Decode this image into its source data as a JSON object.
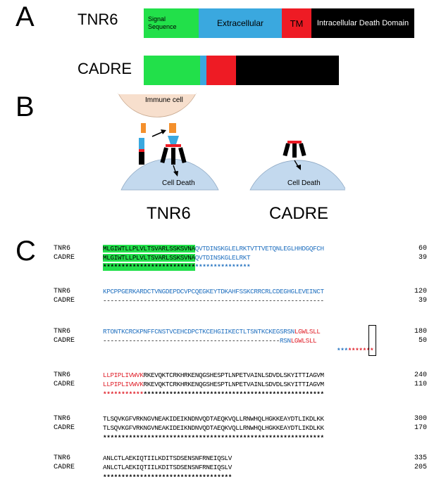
{
  "panels": {
    "A": "A",
    "B": "B",
    "C": "C"
  },
  "colors": {
    "signal": "#22e04a",
    "extracellular": "#3aa8df",
    "tm": "#ee1b24",
    "death_domain": "#000000",
    "cell_fill": "#c3d9ee",
    "immune_fill": "#f7dfcd",
    "ligand": "#f4902c",
    "seq_blue": "#1f6fbf",
    "seq_red": "#e0202a"
  },
  "panel_a": {
    "tnr6_label": "TNR6",
    "cadre_label": "CADRE",
    "tnr6_segments": {
      "signal": "Signal\nSequence",
      "extracellular": "Extracellular",
      "tm": "TM",
      "death": "Intracellular Death Domain"
    }
  },
  "panel_b": {
    "immune_cell": "Immune cell",
    "cell_death_left": "Cell Death",
    "cell_death_right": "Cell Death",
    "caption_left": "TNR6",
    "caption_right": "CADRE"
  },
  "panel_c": {
    "blocks": [
      {
        "tnr6_name": "TNR6",
        "cadre_name": "CADRE",
        "tnr6_seq": "MLGIWTLLPLVLTSVARLSSKSVNAQVTDINSKGLELRKTVTTVETQNLEGLHHDGQFCH",
        "tnr6_hl": "MLGIWTLLPLVLTSVARLSSKSVNA",
        "tnr6_rest": "QVTDINSKGLELRKTVTTVETQNLEGLHHDGQFCH",
        "cadre_hl": "MLGIWTLLPLVLTSVARLSSKSVNA",
        "cadre_rest": "QVTDINSKGLELRKT",
        "stars_black": "*************************",
        "stars_blue": "***************",
        "tnr6_num": "60",
        "cadre_num": "39"
      },
      {
        "tnr6_name": "TNR6",
        "cadre_name": "CADRE",
        "tnr6_seq": "KPCPPGERKARDCTVNGDEPDCVPCQEGKEYTDKAHFSSKCRRCRLCDEGHGLEVEINCT",
        "cadre_seq": "------------------------------------------------------------",
        "tnr6_num": "120",
        "cadre_num": "39"
      },
      {
        "tnr6_name": "TNR6",
        "cadre_name": "CADRE",
        "tnr6_blue": "RTONTKCRCKPNFFCNSTVCEHCDPCTKCEHGIIKECTLTSNTKCKEGSRSN",
        "tnr6_red": "LGWLSLL",
        "cadre_dash": "------------------------------------------------",
        "cadre_blue": "RSN",
        "cadre_red": "LGWLSLL",
        "stars_blue": "***",
        "stars_red": "*******",
        "tnr6_num": "180",
        "cadre_num": "50"
      },
      {
        "tnr6_name": "TNR6",
        "cadre_name": "CADRE",
        "tnr6_red": "LLPIPLIVWVK",
        "tnr6_rest": "RKEVQKTCRKHRKENQGSHESPTLNPETVAINLSDVDLSKYITTIAGVM",
        "cadre_red": "LLPIPLIVWVK",
        "cadre_rest": "RKEVQKTCRKHRKENQGSHESPTLNPETVAINLSDVDLSKYITTIAGVM",
        "stars_red": "***********",
        "stars_black": "*************************************************",
        "tnr6_num": "240",
        "cadre_num": "110"
      },
      {
        "tnr6_name": "TNR6",
        "cadre_name": "CADRE",
        "tnr6_seq": "TLSQVKGFVRKNGVNEAKIDEIKNDNVQDTAEQKVQLLRNWHQLHGKKEAYDTLIKDLKK",
        "cadre_seq": "TLSQVKGFVRKNGVNEAKIDEIKNDNVQDTAEQKVQLLRNWHQLHGKKEAYDTLIKDLKK",
        "stars": "************************************************************",
        "tnr6_num": "300",
        "cadre_num": "170"
      },
      {
        "tnr6_name": "TNR6",
        "cadre_name": "CADRE",
        "tnr6_seq": "ANLCTLAEKIQTIILKDITSDSENSNFRNEIQSLV",
        "cadre_seq": "ANLCTLAEKIQTIILKDITSDSENSNFRNEIQSLV",
        "stars": "***********************************",
        "tnr6_num": "335",
        "cadre_num": "205"
      }
    ]
  }
}
